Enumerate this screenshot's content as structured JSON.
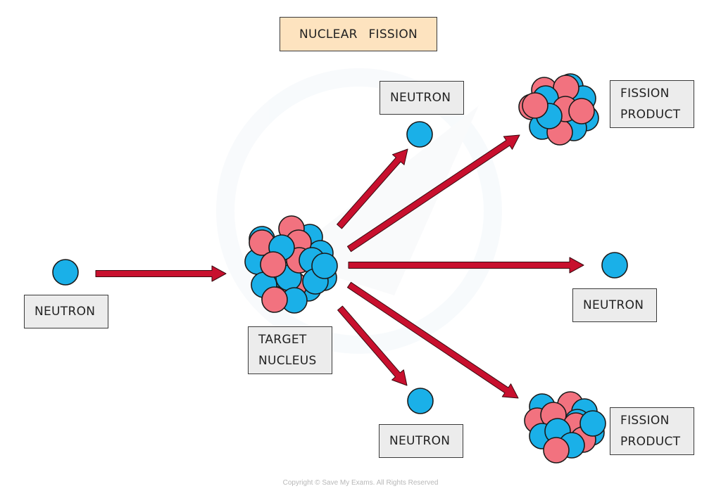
{
  "title": "NUCLEAR FISSION",
  "colors": {
    "neutron": "#1ab0e8",
    "proton": "#f2727f",
    "arrow": "#c8102e",
    "outline": "#1a1a1a",
    "label_bg": "#ececec",
    "title_bg": "#fde3bf"
  },
  "labels": {
    "incoming_neutron": "NEUTRON",
    "target_nucleus": [
      "TARGET",
      "NUCLEUS"
    ],
    "neutron_top": "NEUTRON",
    "neutron_right": "NEUTRON",
    "neutron_bottom": "NEUTRON",
    "fission_product_top": [
      "FISSION",
      "PRODUCT"
    ],
    "fission_product_bottom": [
      "FISSION",
      "PRODUCT"
    ]
  },
  "copyright": "Copyright © Save My Exams. All Rights Reserved"
}
